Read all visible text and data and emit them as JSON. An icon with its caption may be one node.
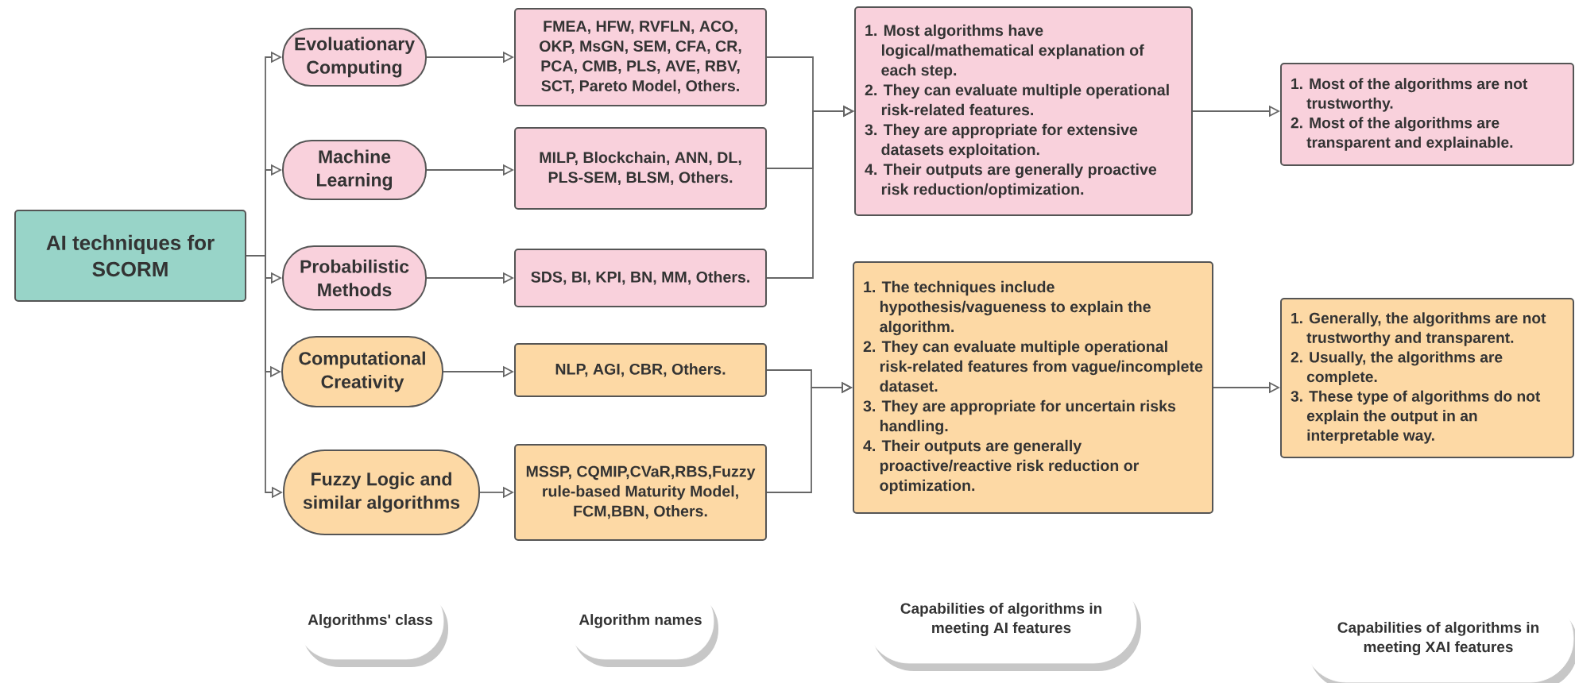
{
  "diagram": {
    "nodes": [
      {
        "text": [
          "AI techniques for SCORM"
        ]
      },
      {
        "text": [
          "Evoluationary Computing"
        ]
      },
      {
        "text": [
          "Machine Learning"
        ]
      },
      {
        "text": [
          "Probabilistic Methods"
        ]
      },
      {
        "text": [
          "Computational Creativity"
        ]
      },
      {
        "text": [
          "Fuzzy Logic and similar algorithms"
        ]
      },
      {
        "text": [
          "FMEA, HFW, RVFLN, ACO, OKP, MsGN, SEM, CFA, CR, PCA, CMB, PLS, AVE, RBV, SCT, Pareto Model, Others."
        ]
      },
      {
        "text": [
          "MILP, Blockchain, ANN, DL, PLS-SEM, BLSM, Others."
        ]
      },
      {
        "text": [
          "SDS, BI, KPI, BN, MM, Others."
        ]
      },
      {
        "text": [
          "NLP, AGI, CBR, Others."
        ]
      },
      {
        "text": [
          "MSSP, CQMIP,CVaR,RBS,Fuzzy rule-based Maturity Model, FCM,BBN, Others."
        ]
      },
      {
        "text": [
          "1. Most algorithms have logical/mathematical explanation of each step.",
          "2. They can evaluate multiple operational risk-related features.",
          "3. They are appropriate for extensive datasets exploitation.",
          "4. Their outputs are generally proactive risk reduction/optimization."
        ]
      },
      {
        "text": [
          "1. The techniques include hypothesis/vagueness to explain the algorithm.",
          "2. They can evaluate multiple operational risk-related features from vague/incomplete dataset.",
          "3. They are appropriate for uncertain risks handling.",
          "4. Their outputs are generally proactive/reactive risk reduction or optimization."
        ]
      },
      {
        "text": [
          "1. Most of the algorithms are not trustworthy.",
          "2. Most of the algorithms are transparent and explainable."
        ]
      },
      {
        "text": [
          "1. Generally, the algorithms are not trustworthy and transparent.",
          "2. Usually, the algorithms are complete.",
          "3. These type of algorithms do not explain the output in an interpretable way."
        ]
      },
      {
        "text": [
          "Algorithms' class"
        ]
      },
      {
        "text": [
          "Algorithm names"
        ]
      },
      {
        "text": [
          "Capabilities of algorithms in meeting AI features"
        ]
      },
      {
        "text": [
          "Capabilities of algorithms in meeting XAI features"
        ]
      }
    ],
    "edges": [
      {
        "from": 0,
        "to": 1,
        "arrow": "to"
      },
      {
        "from": 0,
        "to": 2,
        "arrow": "to"
      },
      {
        "from": 0,
        "to": 3,
        "arrow": "to"
      },
      {
        "from": 0,
        "to": 4,
        "arrow": "to"
      },
      {
        "from": 0,
        "to": 5,
        "arrow": "to"
      },
      {
        "from": 1,
        "to": 6,
        "arrow": "to"
      },
      {
        "from": 2,
        "to": 7,
        "arrow": "to"
      },
      {
        "from": 3,
        "to": 8,
        "arrow": "to"
      },
      {
        "from": 4,
        "to": 9,
        "arrow": "to"
      },
      {
        "from": 5,
        "to": 10,
        "arrow": "to"
      },
      {
        "from": 6,
        "to": 11,
        "arrow": "to"
      },
      {
        "from": 7,
        "to": 11,
        "arrow": "to"
      },
      {
        "from": 8,
        "to": 11,
        "arrow": "to"
      },
      {
        "from": 9,
        "to": 12,
        "arrow": "to"
      },
      {
        "from": 10,
        "to": 12,
        "arrow": "to"
      },
      {
        "from": 11,
        "to": 13,
        "arrow": "to"
      },
      {
        "from": 12,
        "to": 14,
        "arrow": "to"
      }
    ]
  }
}
